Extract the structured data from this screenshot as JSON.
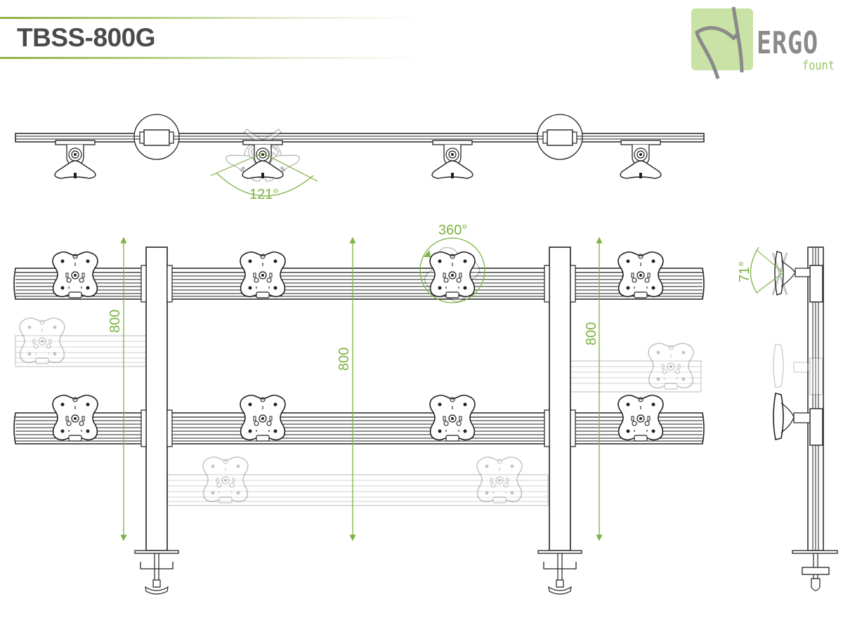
{
  "header": {
    "model": "TBSS-800G"
  },
  "logo": {
    "brand": "ERGO",
    "sub": "fount"
  },
  "colors": {
    "accent": "#8db344",
    "dimension": "#7cb342",
    "title": "#4a4a4a",
    "line": "#222222",
    "ghost": "#d8d8d8",
    "logo_box": "#c9e2a6",
    "logo_text": "#8a8a8a"
  },
  "dimensions": {
    "swivel_angle": "121°",
    "rotation_angle": "360°",
    "tilt_angle": "71°",
    "height_left": "800",
    "height_center": "800",
    "height_right": "800"
  },
  "views": [
    "top-view",
    "front-view",
    "side-view"
  ]
}
